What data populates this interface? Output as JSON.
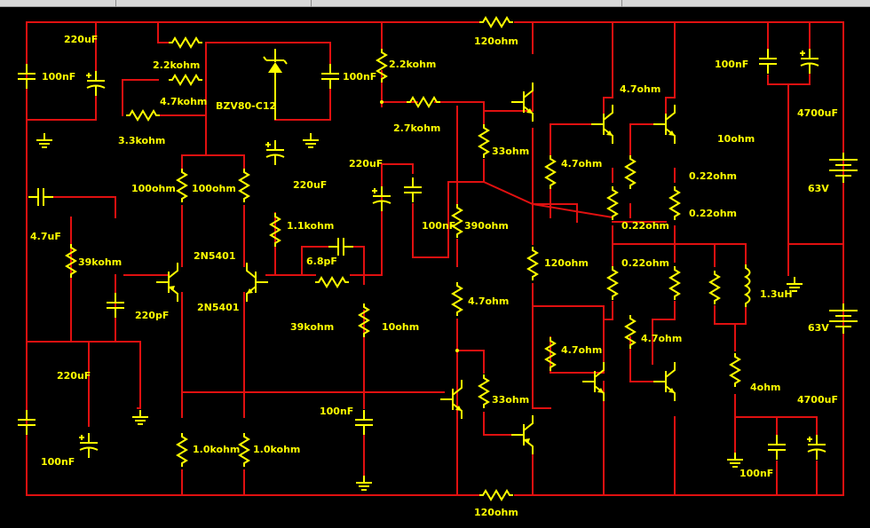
{
  "labels": {
    "c220uF_tl": "220uF",
    "c100nF_tl": "100nF",
    "r2k2_a": "2.2kohm",
    "r4k7_a": "4.7kohm",
    "r3k3": "3.3kohm",
    "zener": "BZV80-C12",
    "c100nF_z": "100nF",
    "r2k2_b": "2.2kohm",
    "r120_top": "120ohm",
    "r2k7": "2.7kohm",
    "r33_a": "33ohm",
    "r4k7_b": "4.7ohm",
    "r4k7_c": "4.7ohm",
    "c100nF_tr": "100nF",
    "c4700_tr": "4700uF",
    "r10_b": "10ohm",
    "r022_a": "0.22ohm",
    "r022_b": "0.22ohm",
    "r022_c": "0.22ohm",
    "r022_d": "0.22ohm",
    "v63_top": "63V",
    "c4u7": "4.7uF",
    "r39k_a": "39kohm",
    "r100_a": "100ohm",
    "r100_b": "100ohm",
    "c220uF_m": "220uF",
    "c220uF_m2": "220uF",
    "r1k1": "1.1kohm",
    "c100nF_m": "100nF",
    "r390": "390ohm",
    "q2n_a": "2N5401",
    "q2n_b": "2N5401",
    "c6p8": "6.8pF",
    "c220pF": "220pF",
    "r120_m": "120ohm",
    "l1u3": "1.3uH",
    "v63_bot": "63V",
    "r4k7_d": "4.7ohm",
    "r39k_b": "39kohm",
    "r10_a": "10ohm",
    "r4k7_e": "4.7ohm",
    "r4k7_f": "4.7ohm",
    "c220uF_bl": "220uF",
    "r33_b": "33ohm",
    "r4ohm": "4ohm",
    "c4700_br": "4700uF",
    "c100nF_b": "100nF",
    "c100nF_bl": "100nF",
    "r1k0_a": "1.0kohm",
    "r1k0_b": "1.0kohm",
    "c100nF_br": "100nF",
    "r120_bot": "120ohm"
  }
}
